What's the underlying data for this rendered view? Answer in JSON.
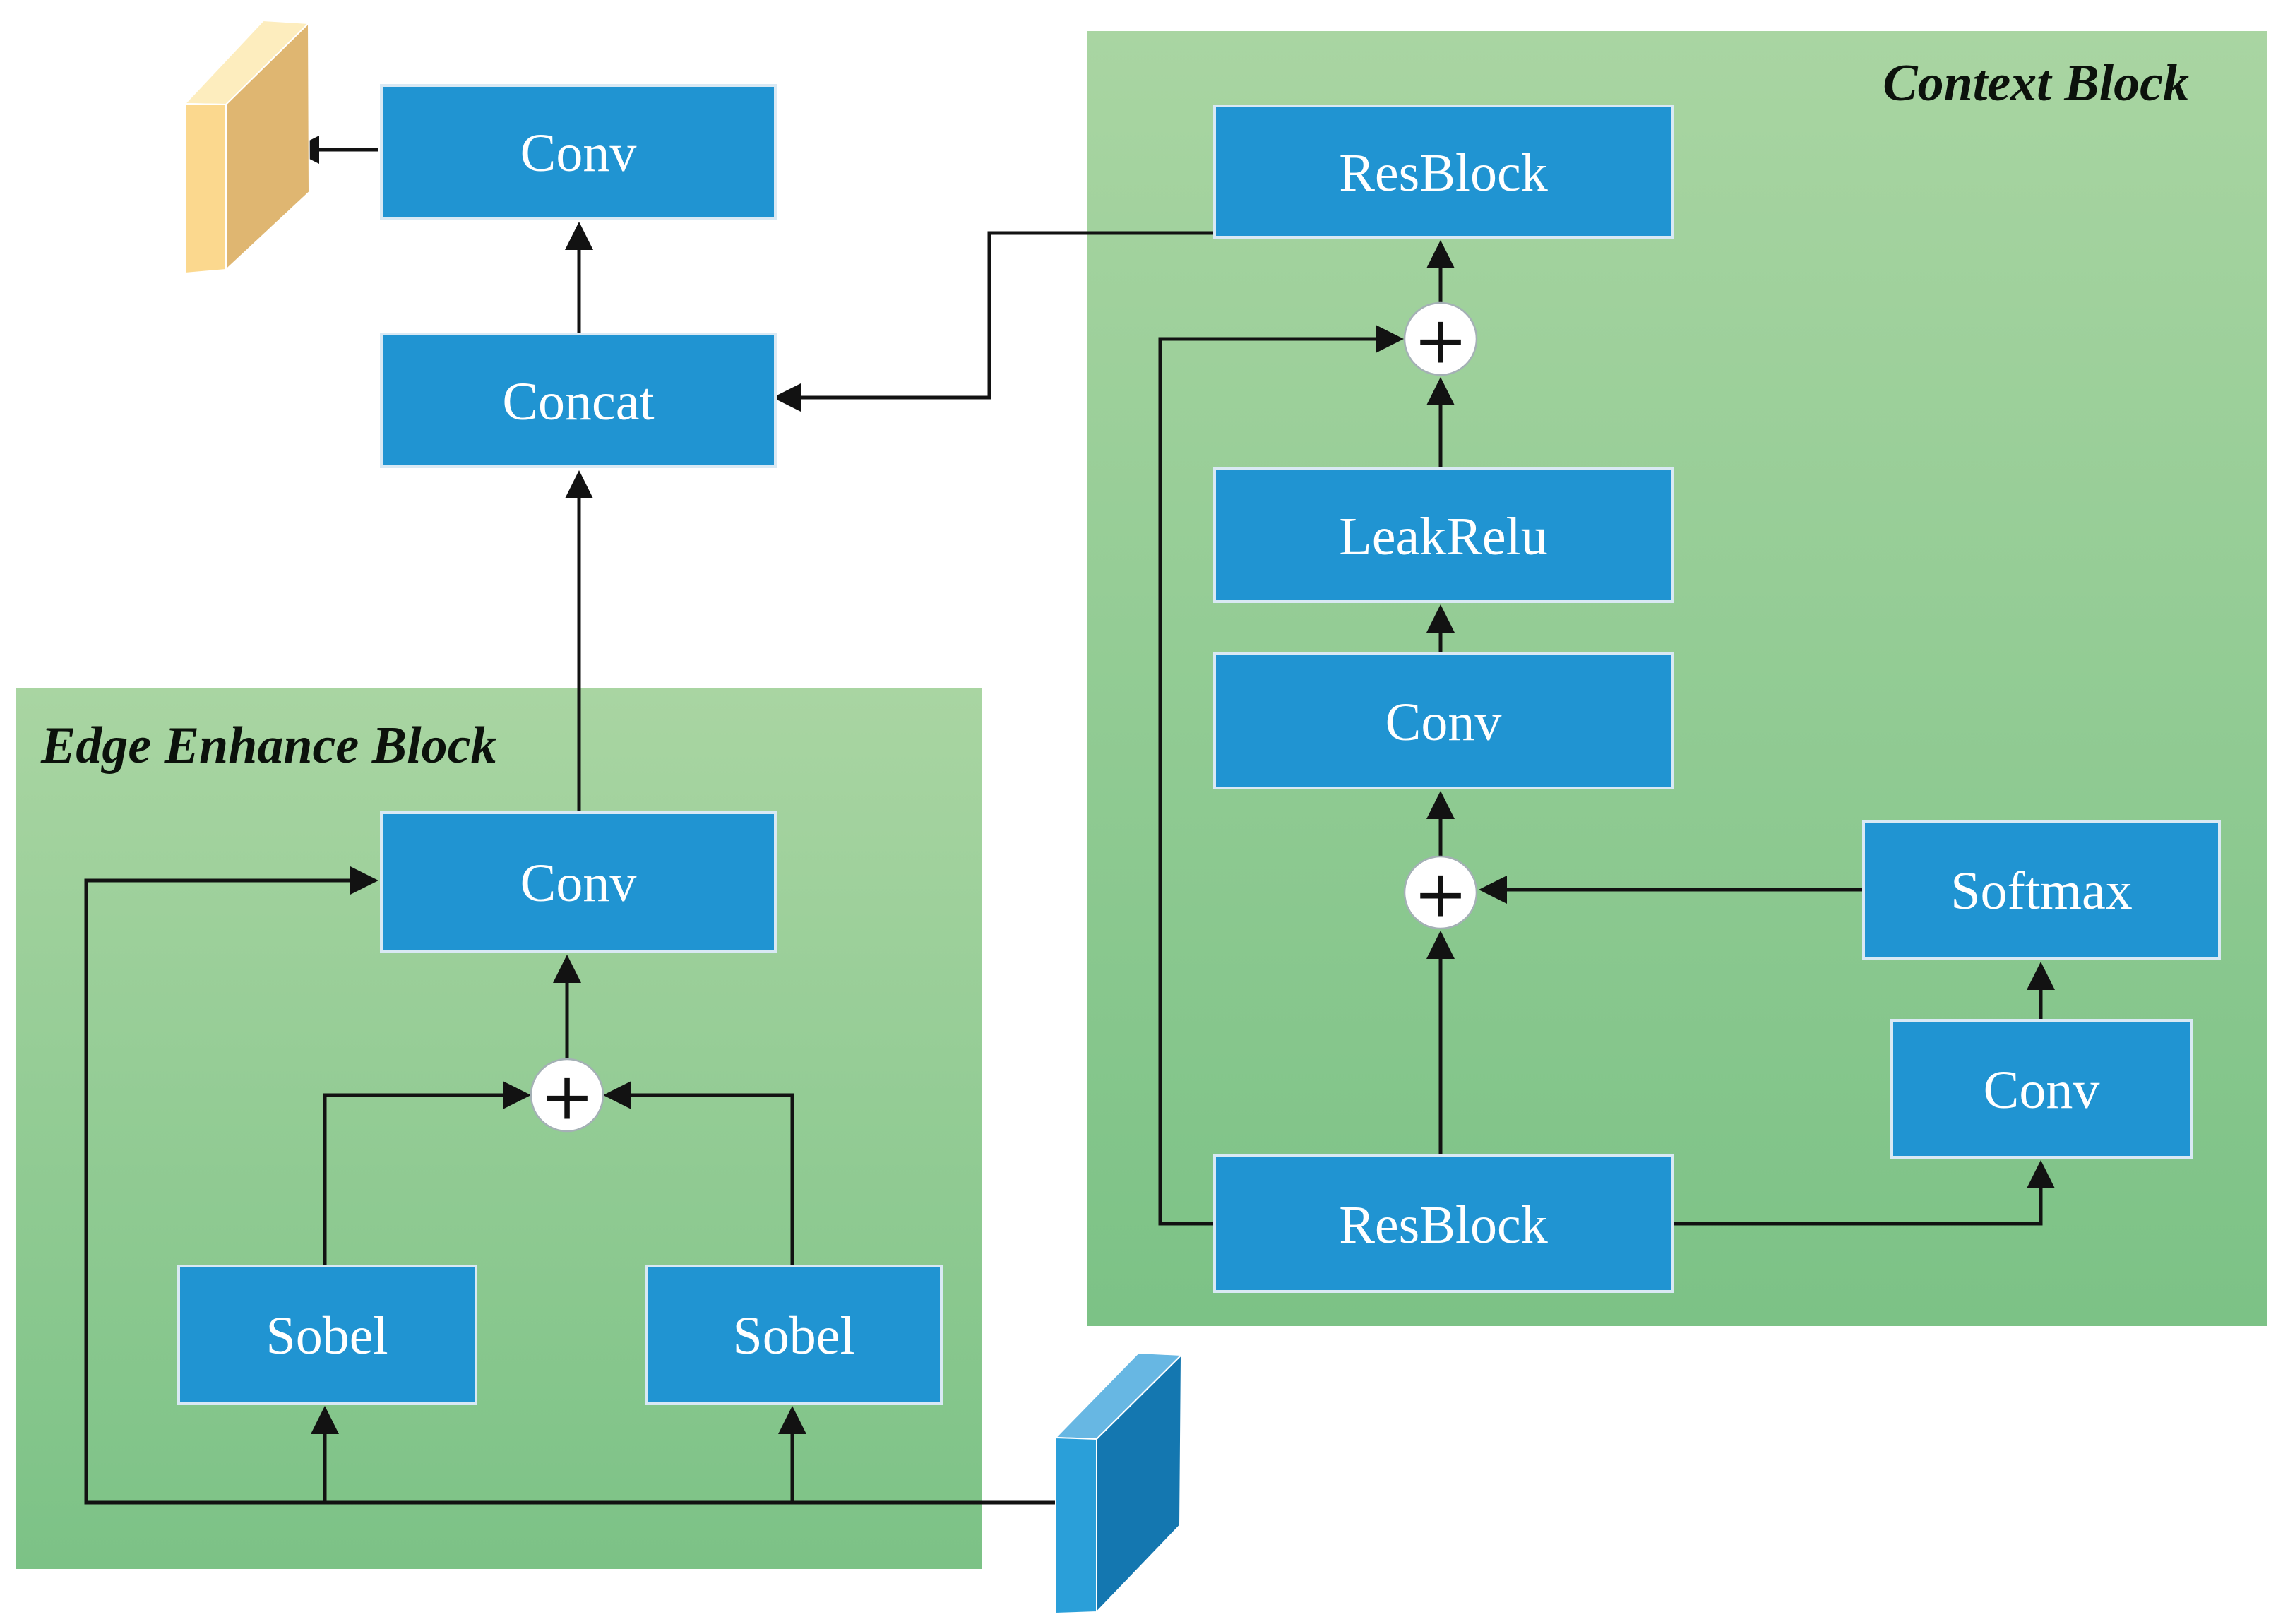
{
  "top_flow": {
    "conv": "Conv",
    "concat": "Concat"
  },
  "edge_block": {
    "title": "Edge Enhance Block",
    "conv": "Conv",
    "sobel_left": "Sobel",
    "sobel_right": "Sobel"
  },
  "context_block": {
    "title": "Context Block",
    "resblock_top": "ResBlock",
    "leakrelu": "LeakRelu",
    "conv_mid": "Conv",
    "softmax": "Softmax",
    "conv_side": "Conv",
    "resblock_bottom": "ResBlock"
  },
  "operators": {
    "add": "+"
  },
  "colors": {
    "box_fill": "#2094d2",
    "box_border": "#d9e9f4",
    "panel_green_top": "#a9d5a2",
    "panel_green_bottom": "#7cc286",
    "line_black": "#121212",
    "plus_fill": "#ffffff",
    "output_tensor_front": "#fbd88e",
    "output_tensor_top": "#fdedbe",
    "output_tensor_side": "#dfb671",
    "input_tensor_front": "#2a9fd9",
    "input_tensor_top": "#67b7e3",
    "input_tensor_side": "#1477b0"
  }
}
